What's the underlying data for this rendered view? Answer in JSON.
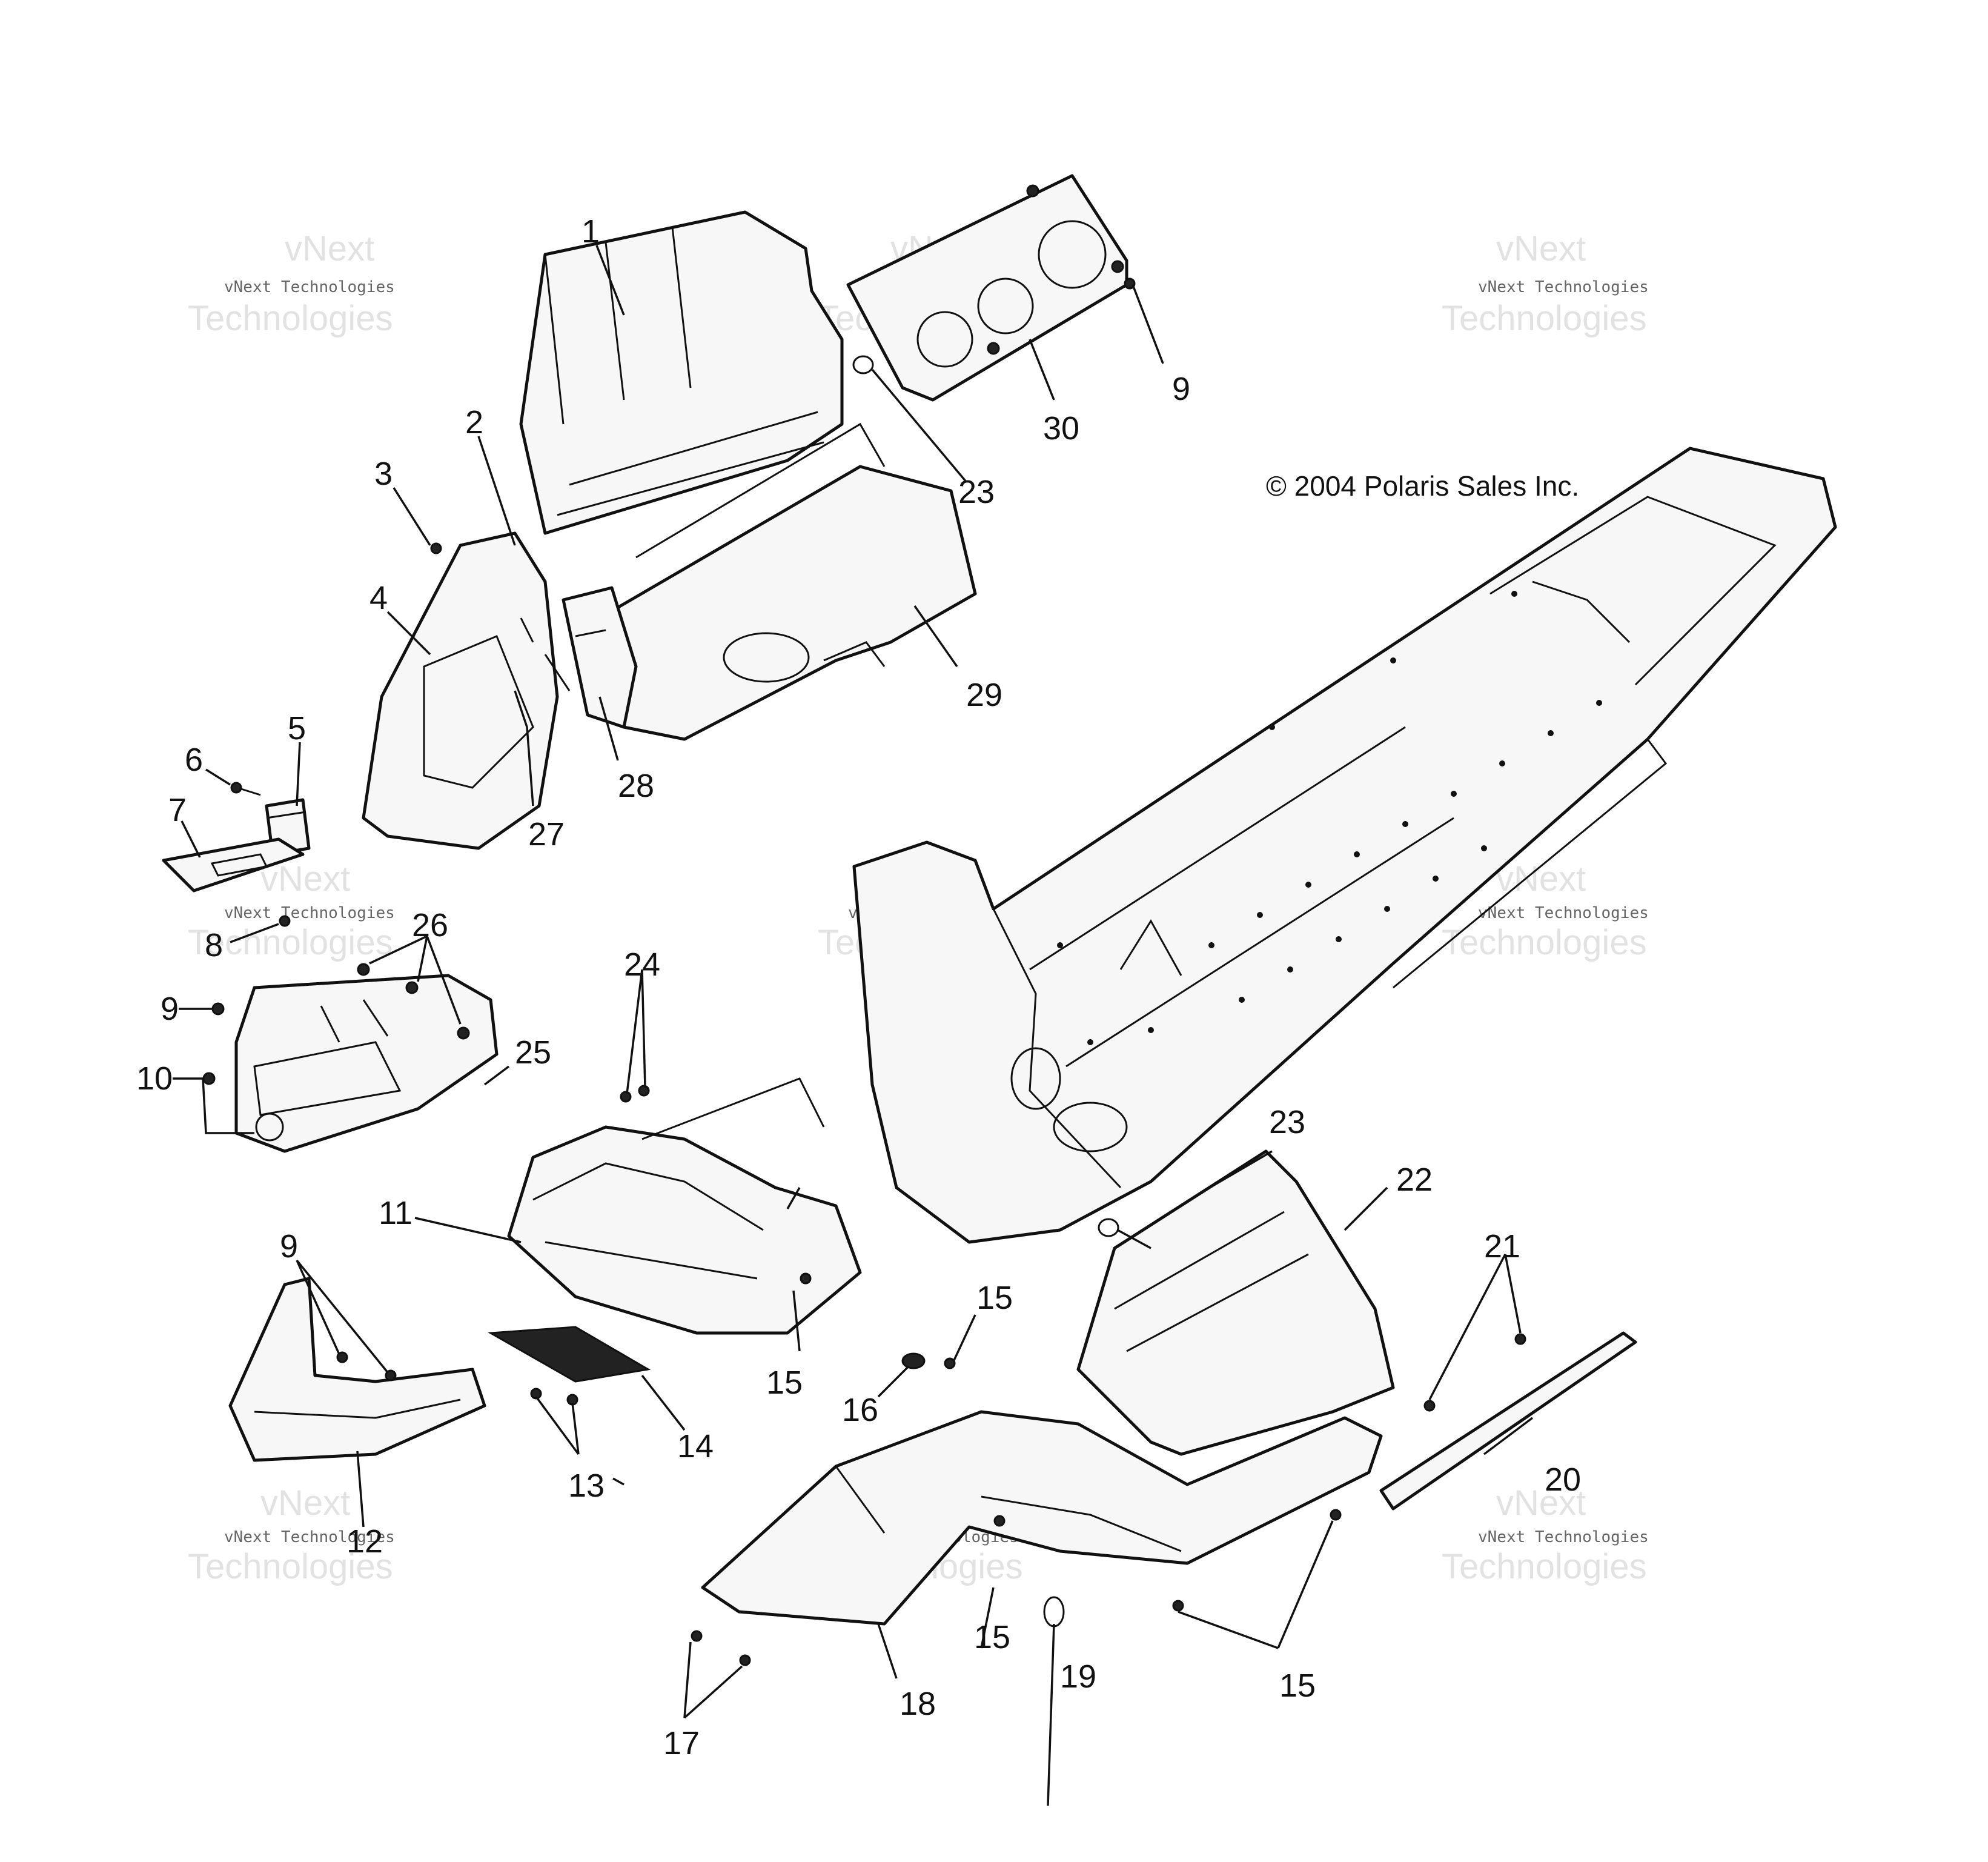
{
  "copyright": "© 2004 Polaris Sales Inc.",
  "watermark": {
    "line1": "vNext Technologies",
    "line2": "Technologies",
    "line3": "vNext"
  },
  "callouts": [
    "1",
    "2",
    "3",
    "4",
    "5",
    "6",
    "7",
    "8",
    "9",
    "10",
    "11",
    "12",
    "13",
    "14",
    "15",
    "16",
    "17",
    "18",
    "19",
    "20",
    "21",
    "22",
    "23",
    "24",
    "25",
    "26",
    "27",
    "28",
    "29",
    "30"
  ],
  "labels": {
    "n1": "1",
    "n2": "2",
    "n3": "3",
    "n4": "4",
    "n5": "5",
    "n6": "6",
    "n7": "7",
    "n8": "8",
    "n9a": "9",
    "n9b": "9",
    "n9c": "9",
    "n10": "10",
    "n11": "11",
    "n12": "12",
    "n13": "13",
    "n14": "14",
    "n15a": "15",
    "n15b": "15",
    "n15c": "15",
    "n15d": "15",
    "n16": "16",
    "n17": "17",
    "n18": "18",
    "n19": "19",
    "n20": "20",
    "n21": "21",
    "n22": "22",
    "n23a": "23",
    "n23b": "23",
    "n24": "24",
    "n25": "25",
    "n26": "26",
    "n27": "27",
    "n28": "28",
    "n29": "29",
    "n30": "30"
  }
}
